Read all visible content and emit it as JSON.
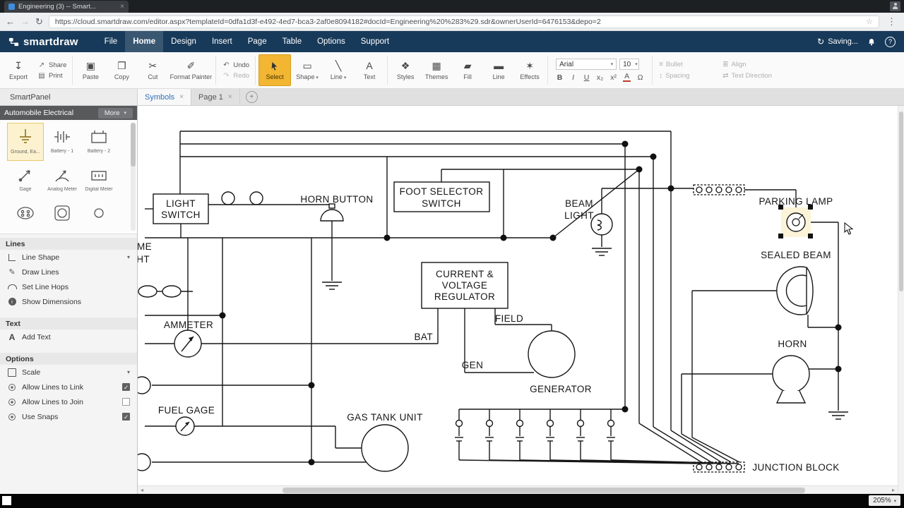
{
  "browser": {
    "tab_title": "Engineering (3) -- Smart...",
    "close_tab": "×",
    "url": "https://cloud.smartdraw.com/editor.aspx?templateId=0dfa1d3f-e492-4ed7-bca3-2af0e8094182#docId=Engineering%20%283%29.sdr&ownerUserId=6476153&depo=2"
  },
  "app": {
    "logo": "smartdraw",
    "menus": [
      "File",
      "Home",
      "Design",
      "Insert",
      "Page",
      "Table",
      "Options",
      "Support"
    ],
    "saving": "Saving..."
  },
  "ribbon": {
    "export": "Export",
    "share": "Share",
    "print": "Print",
    "paste": "Paste",
    "copy": "Copy",
    "cut": "Cut",
    "format_painter": "Format Painter",
    "undo": "Undo",
    "redo": "Redo",
    "select": "Select",
    "shape": "Shape",
    "line_tool": "Line",
    "text_tool": "Text",
    "styles": "Styles",
    "themes": "Themes",
    "fill": "Fill",
    "line_style": "Line",
    "effects": "Effects",
    "font_name": "Arial",
    "font_size": "10",
    "bold": "B",
    "italic": "I",
    "underline": "U",
    "subscript": "x₂",
    "superscript": "x²",
    "font_color": "A",
    "symbol": "Ω",
    "bullet": "Bullet",
    "align": "Align",
    "spacing": "Spacing",
    "text_direction": "Text Direction"
  },
  "doc_tabs": {
    "smartpanel": "SmartPanel",
    "symbols": "Symbols",
    "page": "Page 1",
    "add": "+"
  },
  "panel": {
    "library_title": "Automobile Electrical",
    "more": "More",
    "symbols": [
      "Ground, Ea...",
      "Battery - 1",
      "Battery - 2",
      "Gage",
      "Analog Meter",
      "Digital Meter"
    ],
    "lines_title": "Lines",
    "lines_items": [
      "Line Shape",
      "Draw Lines",
      "Set Line Hops",
      "Show Dimensions"
    ],
    "text_title": "Text",
    "add_text": "Add Text",
    "options_title": "Options",
    "scale": "Scale",
    "toggles": [
      {
        "label": "Allow Lines to Link",
        "checked": true
      },
      {
        "label": "Allow Lines to Join",
        "checked": false
      },
      {
        "label": "Use Snaps",
        "checked": true
      }
    ]
  },
  "diagram": {
    "light_switch_1": "LIGHT",
    "light_switch_2": "SWITCH",
    "horn_button": "HORN BUTTON",
    "foot_selector_1": "FOOT SELECTOR",
    "foot_selector_2": "SWITCH",
    "beam_1": "BEAM",
    "beam_2": "LIGHT",
    "parking_lamp": "PARKING LAMP",
    "sealed_beam": "SEALED BEAM",
    "horn": "HORN",
    "reg_1": "CURRENT &",
    "reg_2": "VOLTAGE",
    "reg_3": "REGULATOR",
    "bat": "BAT",
    "field": "FIELD",
    "gen": "GEN",
    "generator": "GENERATOR",
    "ammeter": "AMMETER",
    "fuel_gage": "FUEL GAGE",
    "gas_tank": "GAS TANK UNIT",
    "junction_block": "JUNCTION BLOCK",
    "partial_1": "ME",
    "partial_2": "HT"
  },
  "statusbar": {
    "zoom": "205%"
  },
  "colors": {
    "accent_yellow": "#f2b632",
    "header_navy": "#183a5a",
    "symbols_tab_blue": "#2a6fc0"
  }
}
